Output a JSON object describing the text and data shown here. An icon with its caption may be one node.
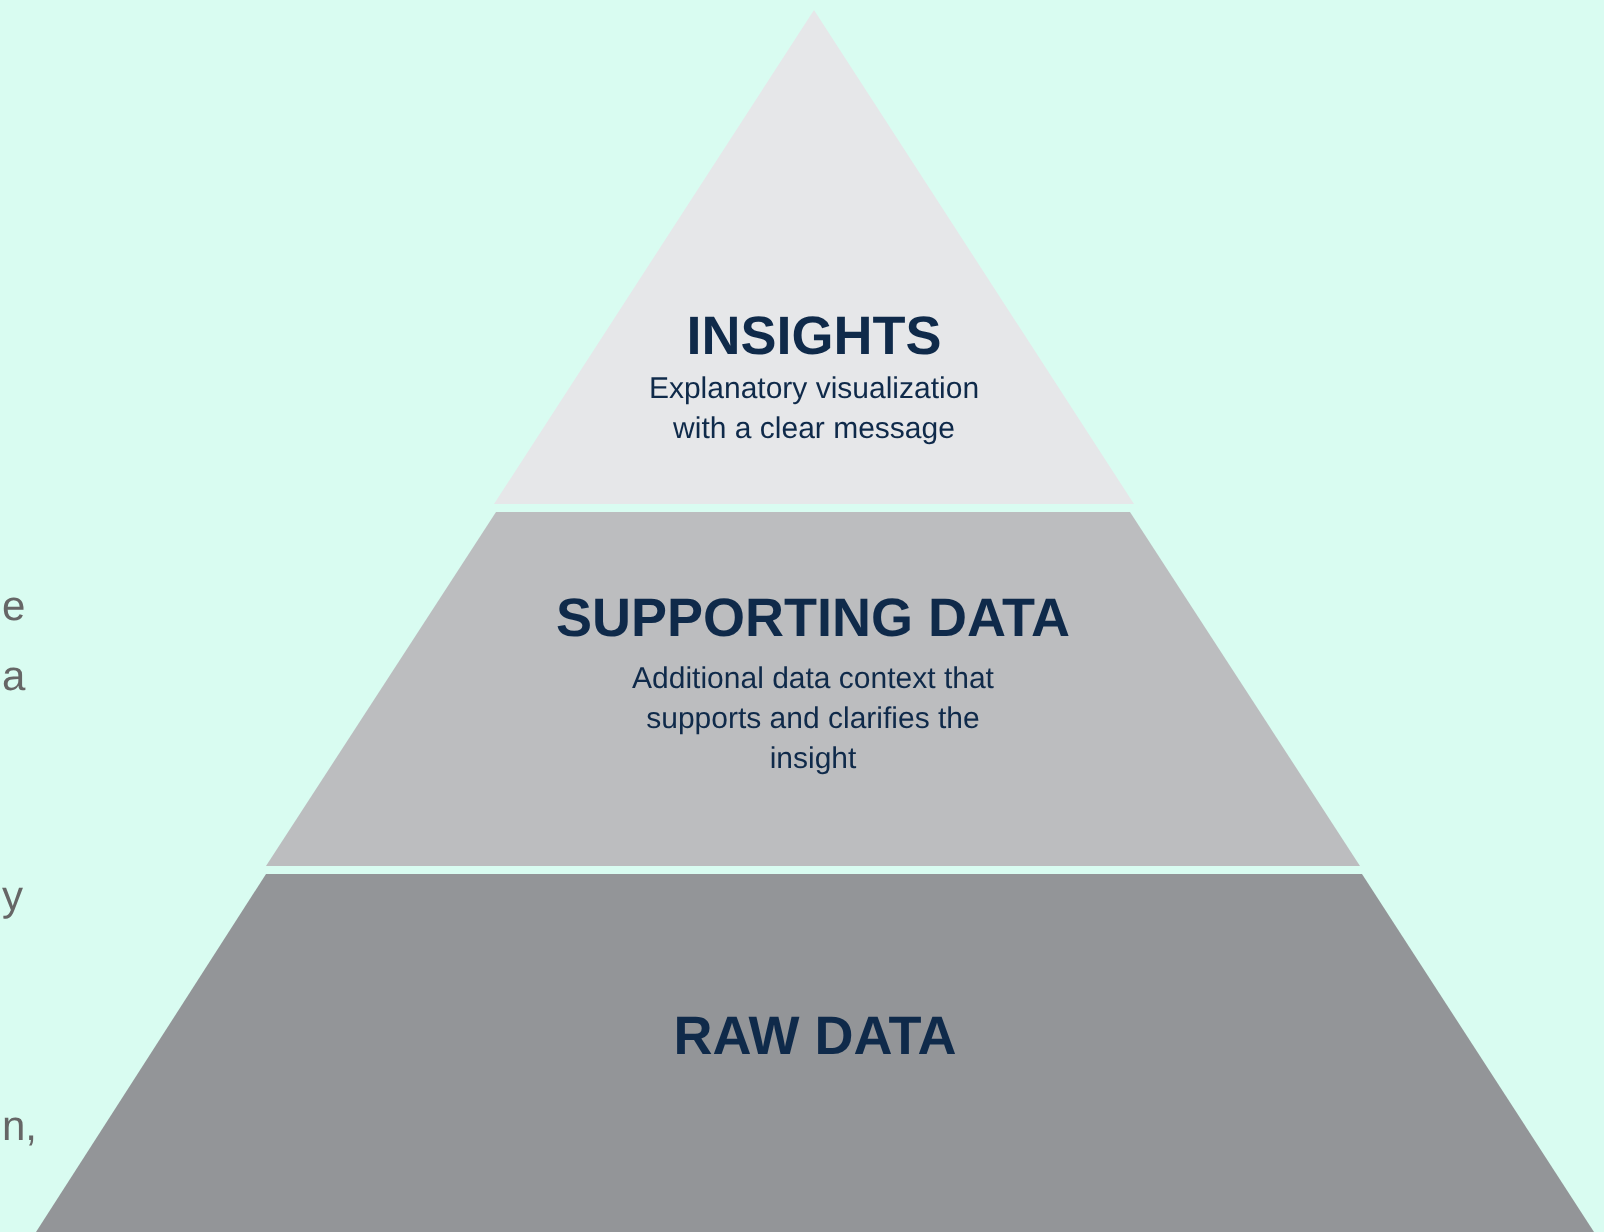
{
  "diagram": {
    "nodes": [
      {
        "text": [
          "INSIGHTS",
          "Explanatory visualization with a clear message"
        ]
      },
      {
        "text": [
          "SUPPORTING DATA",
          "Additional data context that supports and clarifies the insight"
        ]
      },
      {
        "text": [
          "RAW DATA"
        ]
      }
    ],
    "labels": [
      "e",
      "a",
      "y",
      "n,"
    ]
  }
}
